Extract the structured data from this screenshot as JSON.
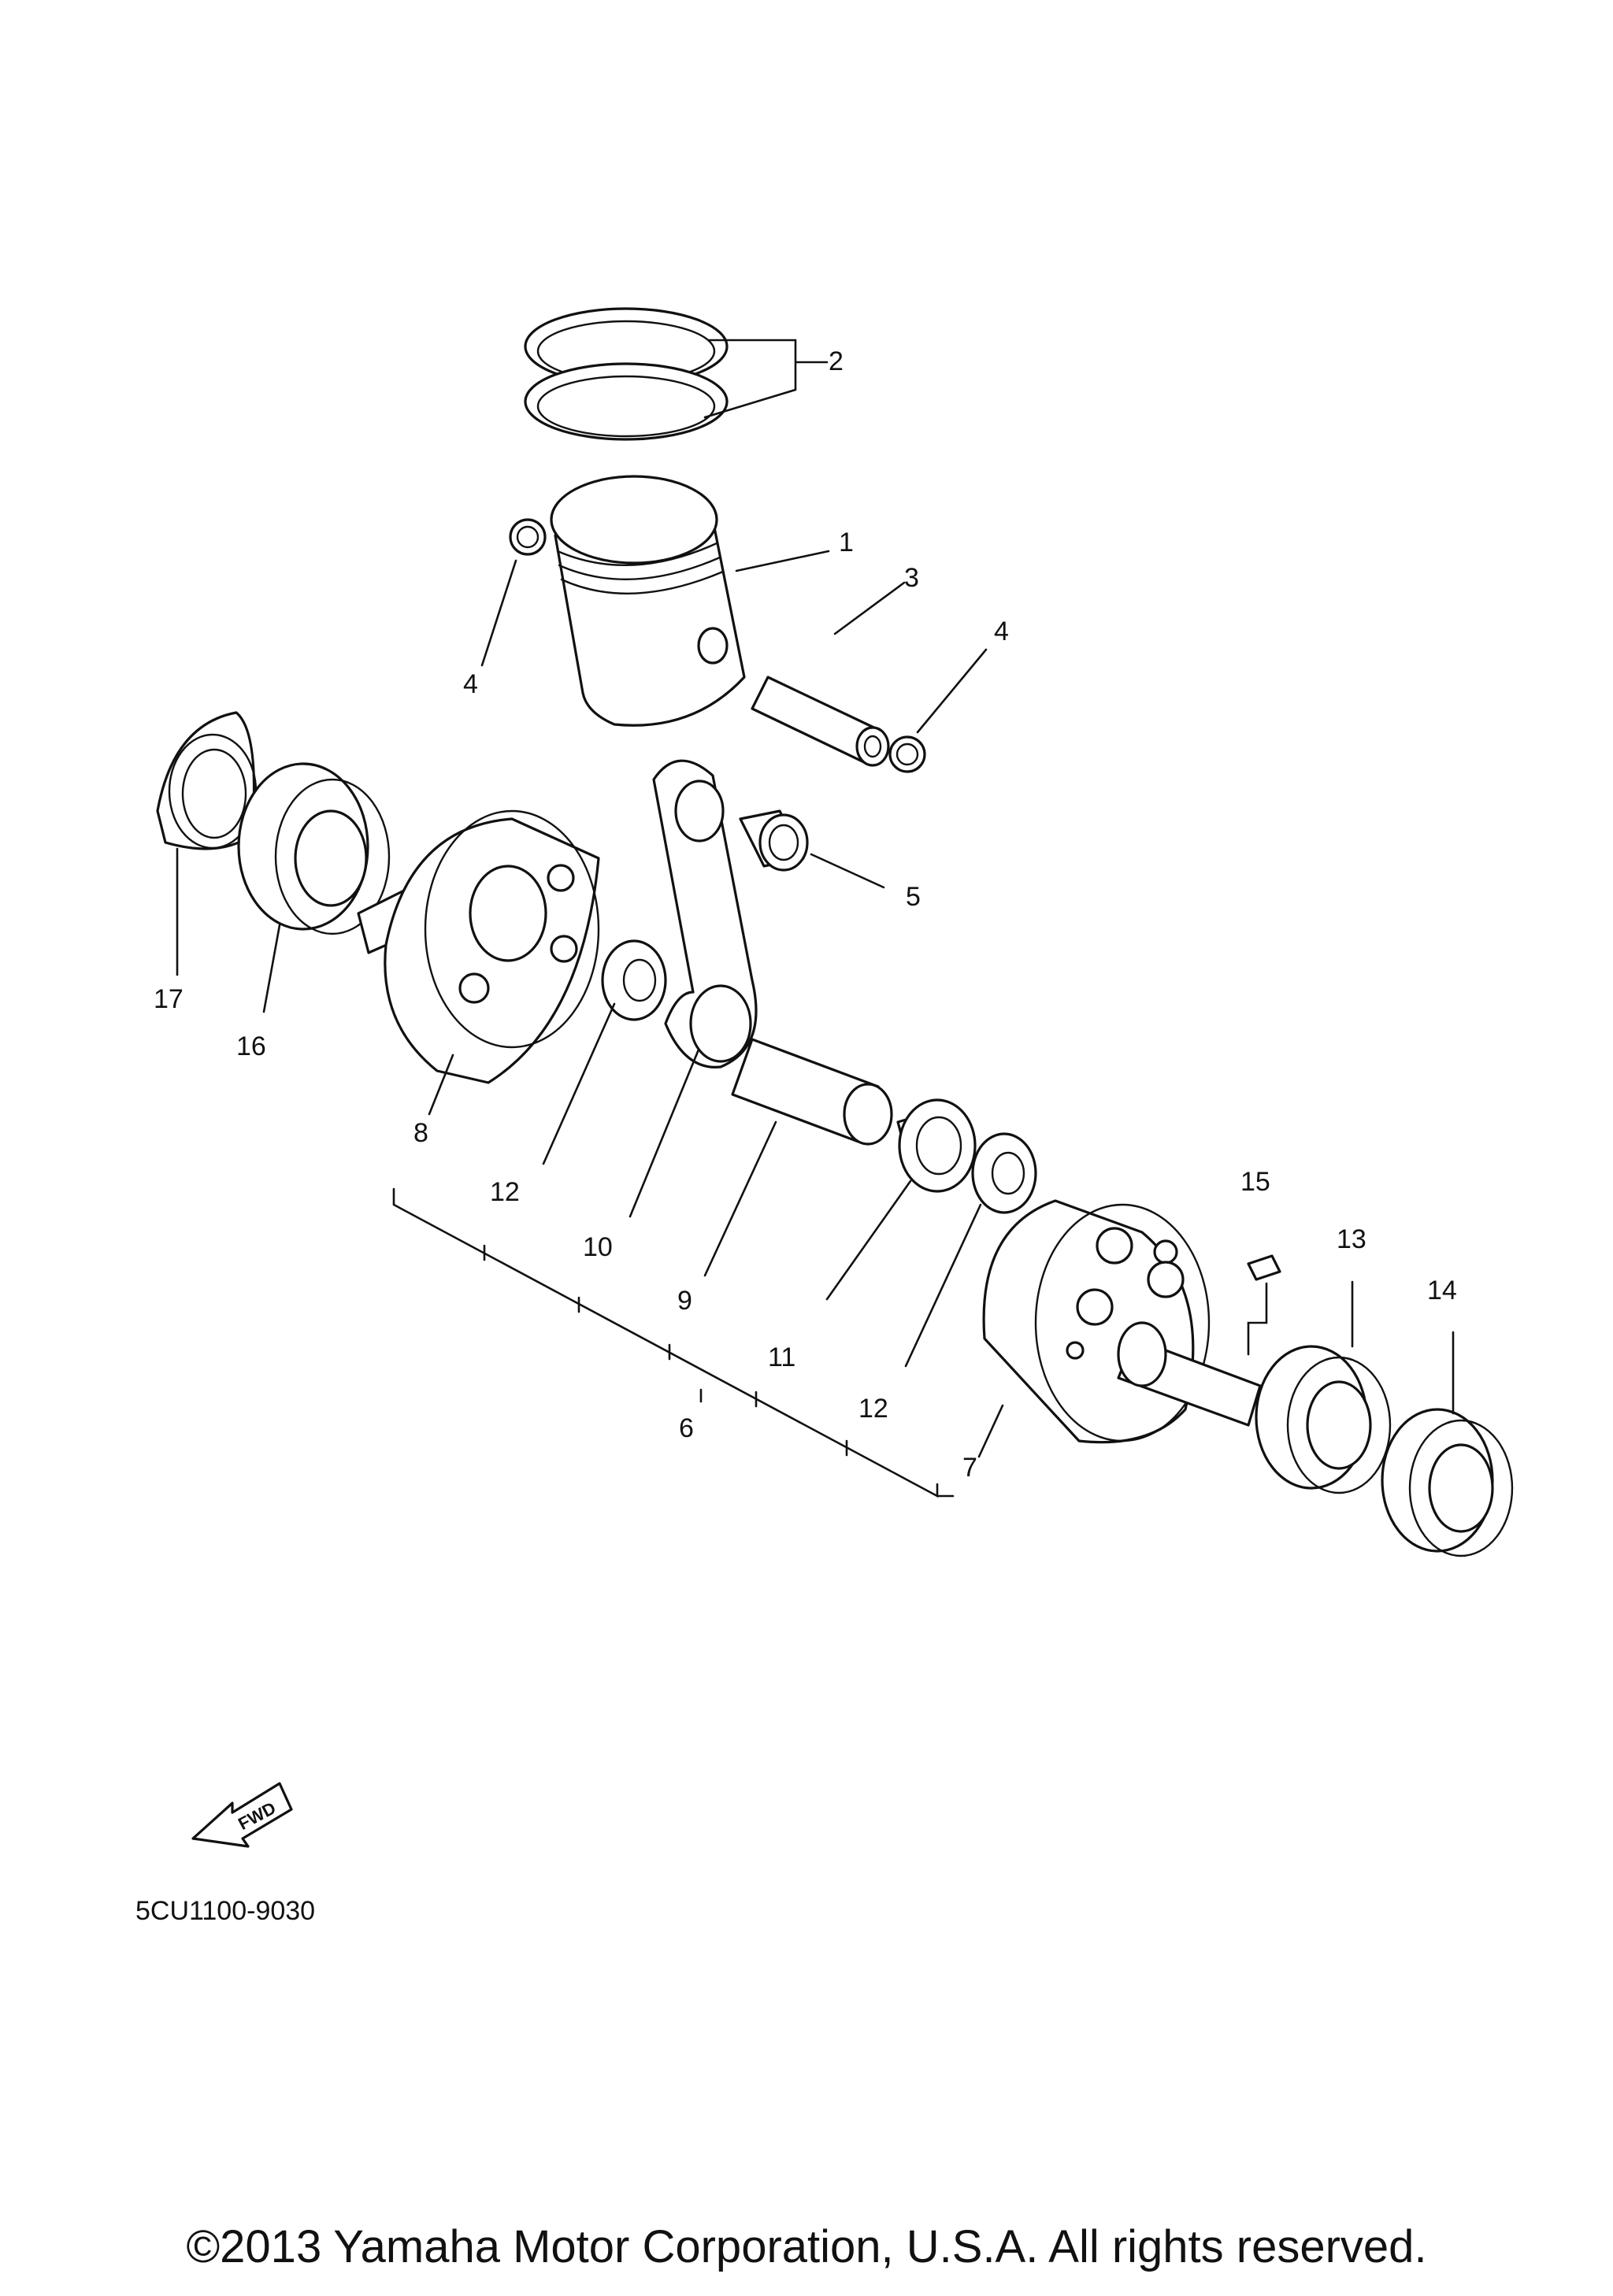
{
  "diagram": {
    "code": "5CU1100-9030",
    "copyright": "©2013 Yamaha Motor Corporation, U.S.A. All rights reserved.",
    "fwd_label": "FWD",
    "callouts": [
      {
        "id": "1",
        "label": "1"
      },
      {
        "id": "2",
        "label": "2"
      },
      {
        "id": "3",
        "label": "3"
      },
      {
        "id": "4a",
        "label": "4"
      },
      {
        "id": "4b",
        "label": "4"
      },
      {
        "id": "5",
        "label": "5"
      },
      {
        "id": "6",
        "label": "6"
      },
      {
        "id": "7",
        "label": "7"
      },
      {
        "id": "8",
        "label": "8"
      },
      {
        "id": "9",
        "label": "9"
      },
      {
        "id": "10",
        "label": "10"
      },
      {
        "id": "11",
        "label": "11"
      },
      {
        "id": "12a",
        "label": "12"
      },
      {
        "id": "12b",
        "label": "12"
      },
      {
        "id": "13",
        "label": "13"
      },
      {
        "id": "14",
        "label": "14"
      },
      {
        "id": "15",
        "label": "15"
      },
      {
        "id": "16",
        "label": "16"
      },
      {
        "id": "17",
        "label": "17"
      }
    ]
  }
}
